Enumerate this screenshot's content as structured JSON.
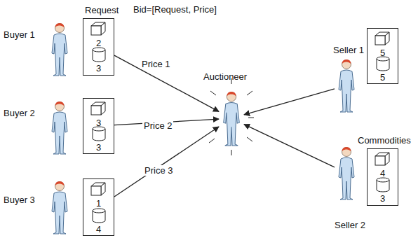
{
  "diagram": {
    "nodes": [
      {
        "text": [
          "Buyer 1"
        ]
      },
      {
        "text": [
          "Request",
          "2",
          "3"
        ]
      },
      {
        "text": [
          "Buyer 2"
        ]
      },
      {
        "text": [
          "3",
          "3"
        ]
      },
      {
        "text": [
          "Buyer 3"
        ]
      },
      {
        "text": [
          "1",
          "4"
        ]
      },
      {
        "text": [
          "Auctioneer"
        ]
      },
      {
        "text": [
          "Seller 1"
        ]
      },
      {
        "text": [
          "5",
          "5"
        ]
      },
      {
        "text": [
          "Seller 2"
        ]
      },
      {
        "text": [
          "Commodities",
          "4",
          "3"
        ]
      }
    ],
    "edges": [
      {
        "from": 1,
        "to": 6,
        "label": "Price 1",
        "arrow": "to"
      },
      {
        "from": 3,
        "to": 6,
        "label": "Price 2",
        "arrow": "to"
      },
      {
        "from": 5,
        "to": 6,
        "label": "Price 3",
        "arrow": "to"
      },
      {
        "from": 7,
        "to": 6,
        "arrow": "to"
      },
      {
        "from": 9,
        "to": 6,
        "arrow": "to"
      }
    ],
    "labels": [
      "Bid=[Request, Price]"
    ]
  }
}
